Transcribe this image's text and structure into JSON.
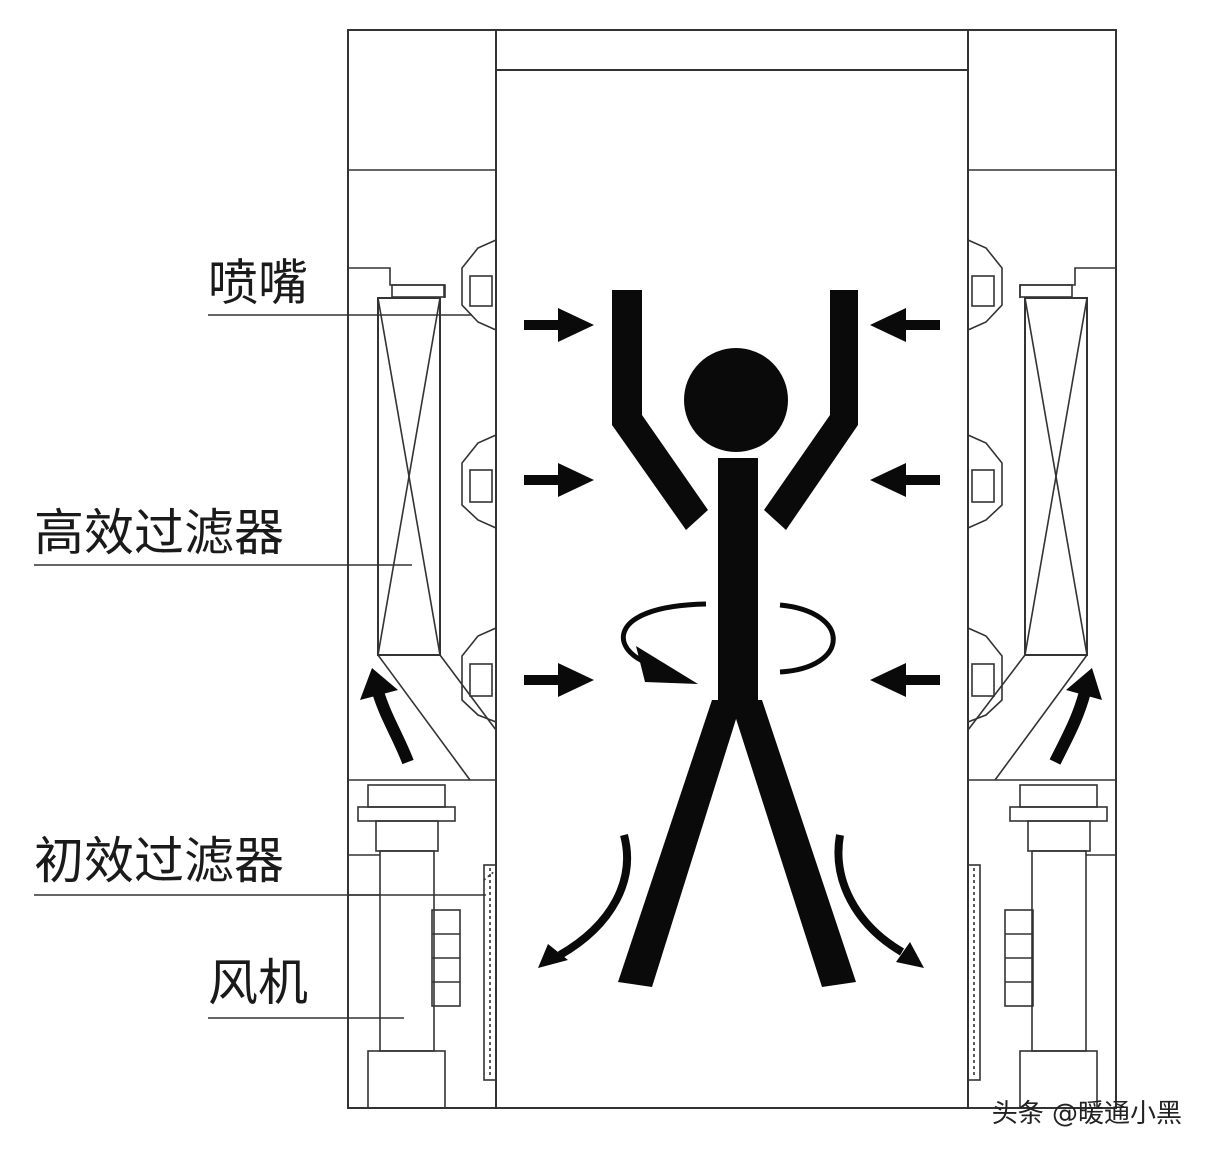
{
  "labels": {
    "nozzle": "喷嘴",
    "hepa_filter": "高效过滤器",
    "primary_filter": "初效过滤器",
    "fan": "风机"
  },
  "watermark": "头条 @暖通小黑"
}
